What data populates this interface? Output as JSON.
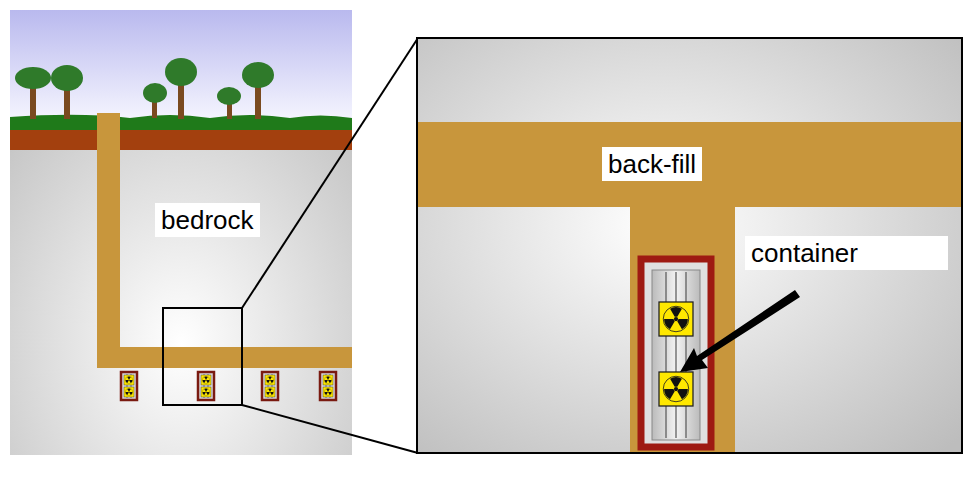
{
  "diagram": {
    "labels": [
      "bedrock",
      "back-fill",
      "container"
    ]
  }
}
